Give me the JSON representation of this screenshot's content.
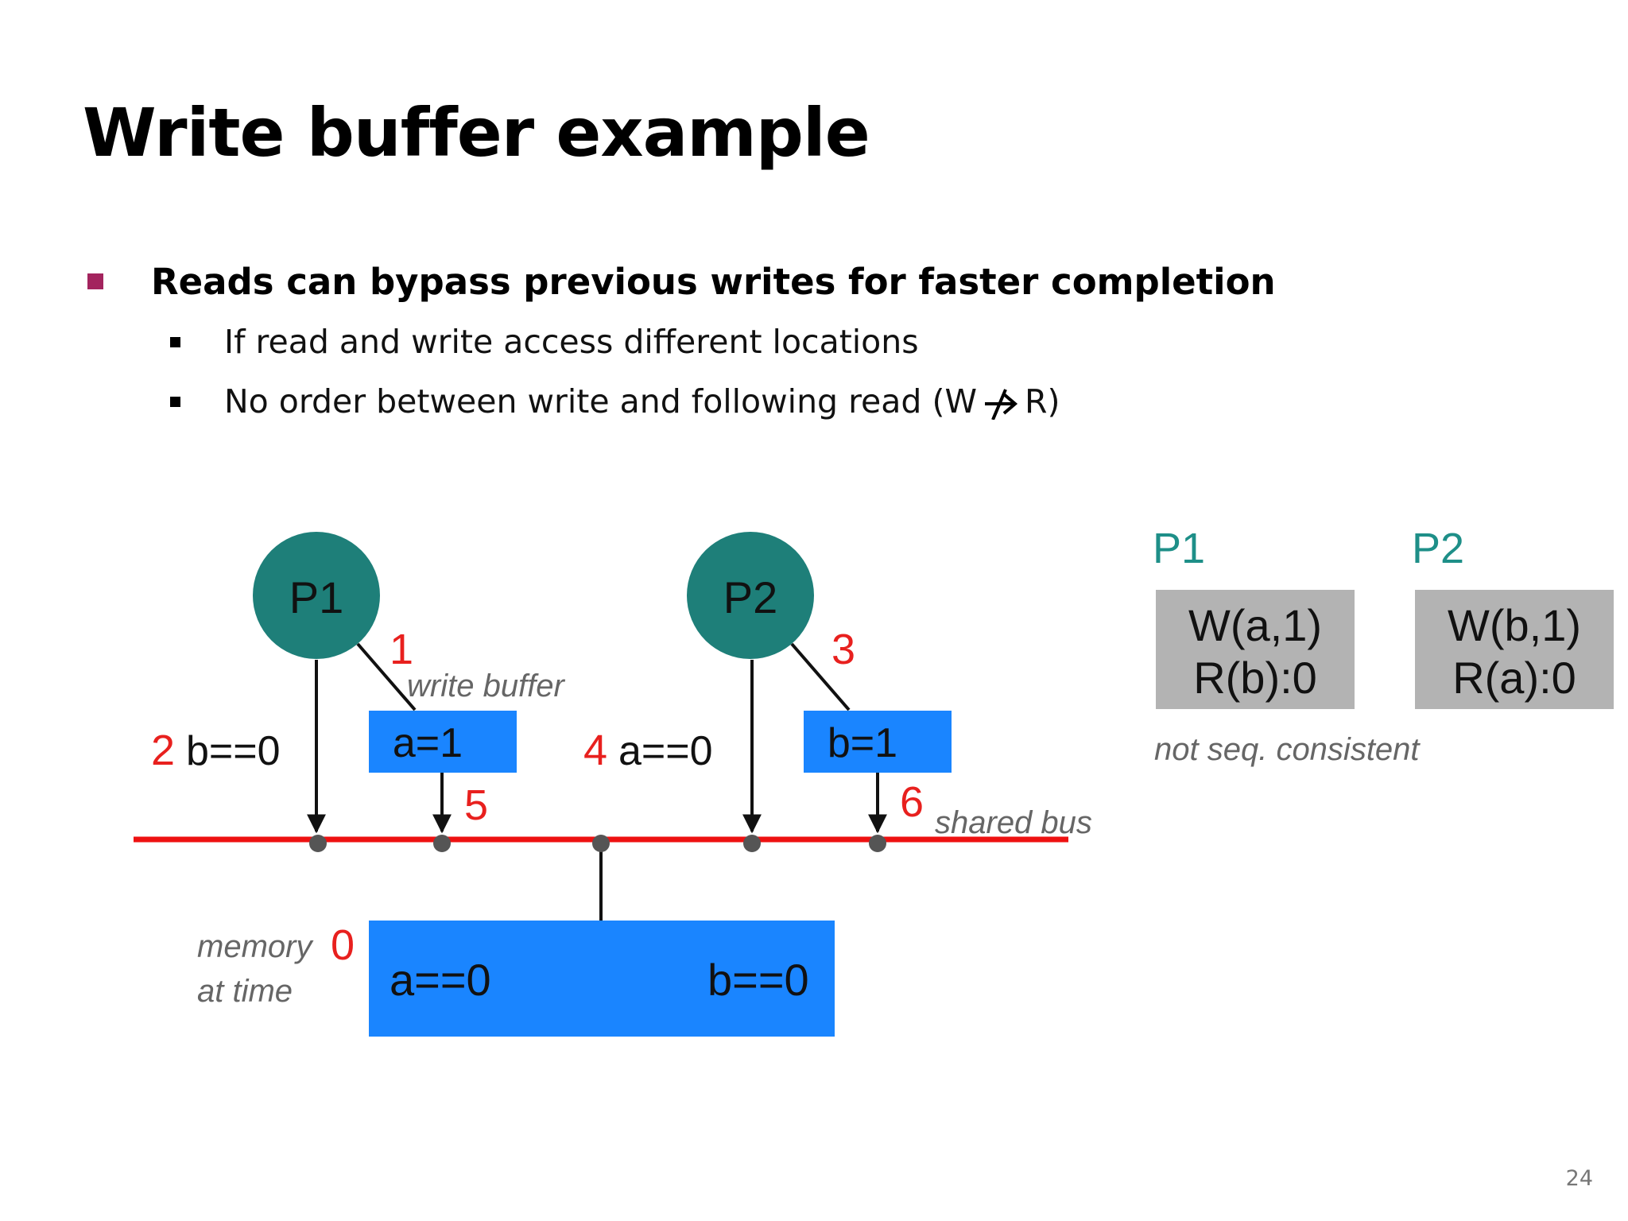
{
  "slide": {
    "title": "Write buffer example",
    "bullet": "Reads can bypass previous writes for faster completion",
    "subbullets": [
      "If read and write access different locations",
      "No order between write and following read (W",
      "R)"
    ],
    "page_number": "24"
  },
  "diagram": {
    "processor1": "P1",
    "processor2": "P2",
    "write_buffer_label": "write buffer",
    "shared_bus_label": "shared bus",
    "memory_label_line1": "memory",
    "memory_label_line2": "at time",
    "steps": {
      "s0": "0",
      "s1": "1",
      "s2": "2",
      "s3": "3",
      "s4": "4",
      "s5": "5",
      "s6": "6"
    },
    "p1_read": "b==0",
    "p2_read": "a==0",
    "p1_buffer": "a=1",
    "p2_buffer": "b=1",
    "memory_a": "a==0",
    "memory_b": "b==0"
  },
  "trace": {
    "p1_header": "P1",
    "p2_header": "P2",
    "p1_ops": [
      "W(a,1)",
      "R(b):0"
    ],
    "p2_ops": [
      "W(b,1)",
      "R(a):0"
    ],
    "caption": "not seq. consistent"
  },
  "colors": {
    "processor": "#1e7f79",
    "buffer": "#1a85ff",
    "bus": "#ee1111",
    "step_number": "#e8201e",
    "trace_header": "#1e8f88",
    "trace_box": "#b3b3b3",
    "bullet_accent": "#a3245e"
  }
}
